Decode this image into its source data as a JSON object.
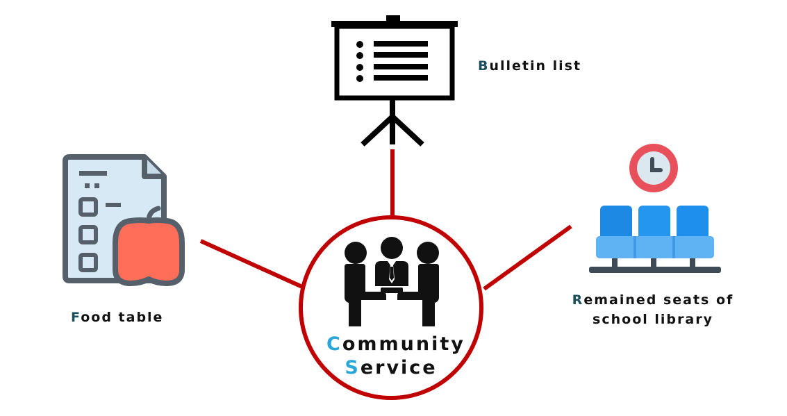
{
  "center": {
    "line1_initial": "C",
    "line1_rest": "ommunity",
    "line2_initial": "S",
    "line2_rest": "ervice",
    "icon": "people-meeting-icon"
  },
  "nodes": {
    "bulletin": {
      "initial": "B",
      "rest": "ulletin list",
      "icon": "presentation-board-icon"
    },
    "food": {
      "initial": "F",
      "rest": "ood table",
      "icon": "food-checklist-apple-icon"
    },
    "seats": {
      "line1_initial": "R",
      "line1_rest": "emained seats of",
      "line2": "school library",
      "icon": "library-seats-clock-icon"
    }
  },
  "colors": {
    "connector": "#c00000",
    "text": "#111111",
    "initial_dark": "#1b4f5c",
    "initial_center": "#2aa7d6",
    "apple": "#fe6e58",
    "seat_blue": "#1e88e5",
    "clock_red": "#e8505b"
  }
}
